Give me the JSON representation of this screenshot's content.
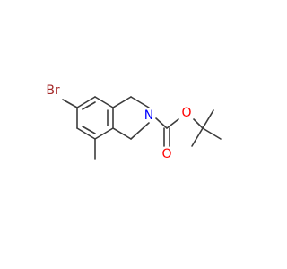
{
  "molecule": {
    "atom_labels": {
      "bromine": "Br",
      "nitrogen": "N",
      "carbonyl_oxygen": "O",
      "ester_oxygen": "O"
    },
    "colors": {
      "bond": "#3c3c3c",
      "bromine": "#a52a2a",
      "nitrogen": "#0000ff",
      "oxygen": "#ff0000"
    }
  }
}
